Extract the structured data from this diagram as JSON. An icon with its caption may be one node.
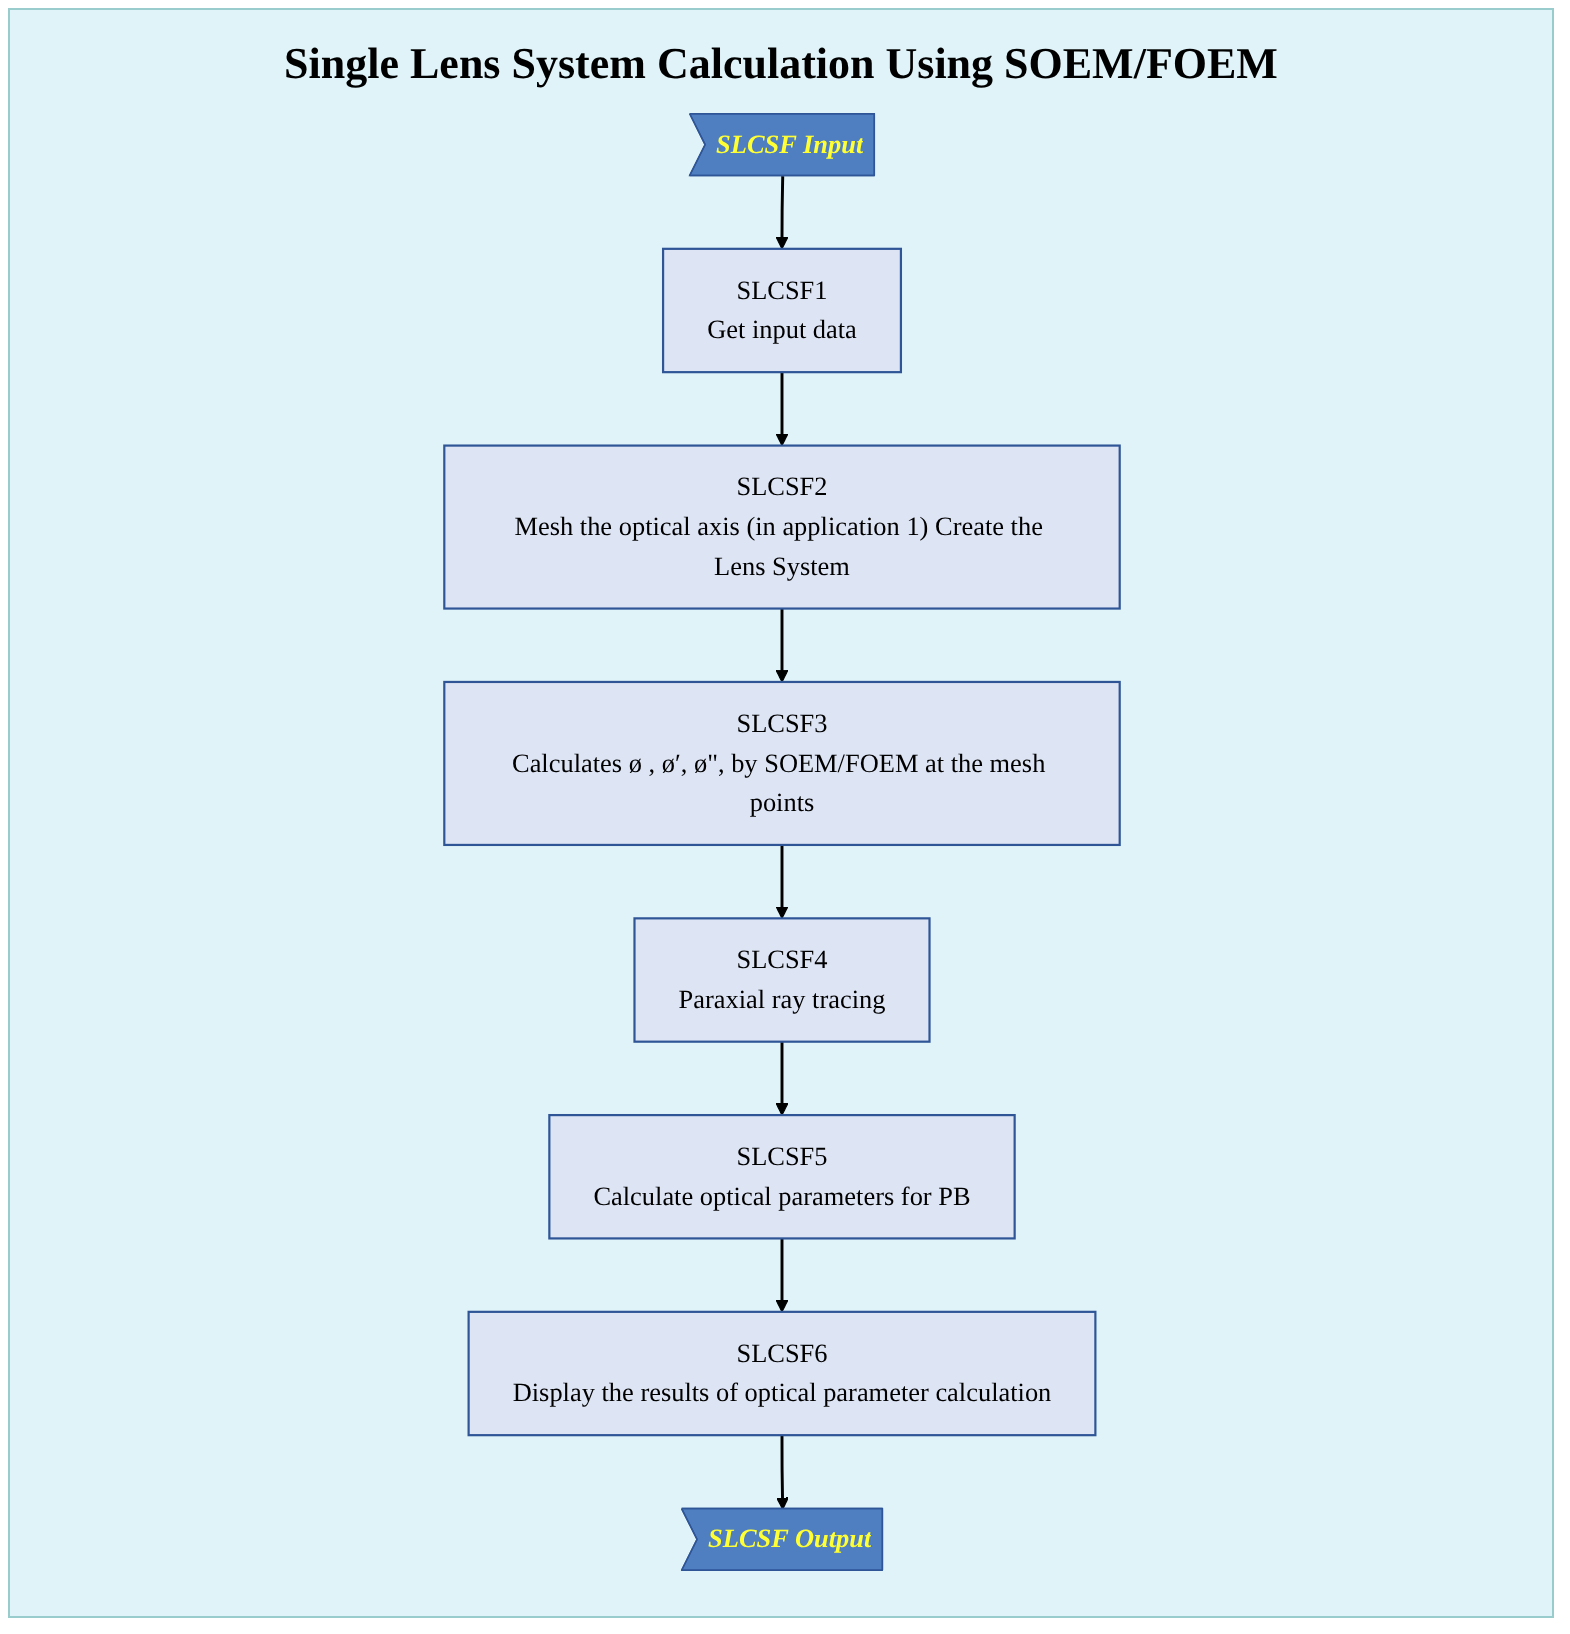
{
  "diagram": {
    "title": "Single Lens System Calculation Using SOEM/FOEM",
    "nodes": [
      {
        "text": [
          "SLCSF Input"
        ]
      },
      {
        "text": [
          "SLCSF1",
          "Get input data"
        ]
      },
      {
        "text": [
          "SLCSF2",
          "Mesh the optical axis (in application 1) Create the Lens System"
        ]
      },
      {
        "text": [
          "SLCSF3",
          "Calculates ø , ø′, ø\", by SOEM/FOEM at the mesh points"
        ]
      },
      {
        "text": [
          "SLCSF4",
          "Paraxial ray tracing"
        ]
      },
      {
        "text": [
          "SLCSF5",
          "Calculate optical parameters for PB"
        ]
      },
      {
        "text": [
          "SLCSF6",
          "Display the results of optical parameter calculation"
        ]
      },
      {
        "text": [
          "SLCSF Output"
        ]
      }
    ],
    "edges": [
      {
        "from": 0,
        "to": 1,
        "arrow": "to"
      },
      {
        "from": 1,
        "to": 2,
        "arrow": "to"
      },
      {
        "from": 2,
        "to": 3,
        "arrow": "to"
      },
      {
        "from": 3,
        "to": 4,
        "arrow": "to"
      },
      {
        "from": 4,
        "to": 5,
        "arrow": "to"
      },
      {
        "from": 5,
        "to": 6,
        "arrow": "to"
      },
      {
        "from": 6,
        "to": 7,
        "arrow": "to"
      }
    ]
  }
}
